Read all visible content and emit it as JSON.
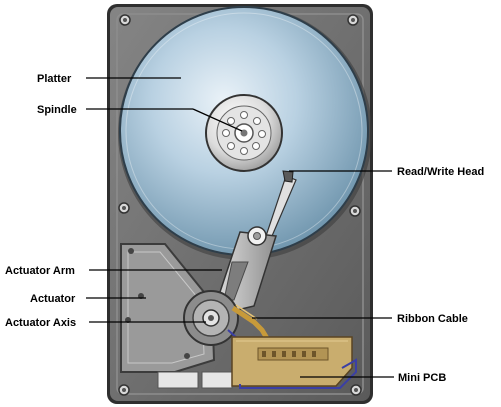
{
  "labels": {
    "platter": "Platter",
    "spindle": "Spindle",
    "read_write_head": "Read/Write Head",
    "actuator_arm": "Actuator Arm",
    "actuator": "Actuator",
    "actuator_axis": "Actuator Axis",
    "ribbon_cable": "Ribbon Cable",
    "mini_pcb": "Mini PCB"
  },
  "colors": {
    "background": "#ffffff",
    "case_outer": "#3a3a3a",
    "case_body": "#707070",
    "case_inner": "#5e5e5e",
    "platter_light": "#c7dcea",
    "platter_dark": "#6f95ad",
    "arm_metal": "#bdbdbd",
    "pcb": "#c9ad6e",
    "pcb_dark": "#8d7440",
    "ribbon_cable": "#c79a3a",
    "blue_accent": "#3b3fa5",
    "leader_line": "#000000"
  }
}
